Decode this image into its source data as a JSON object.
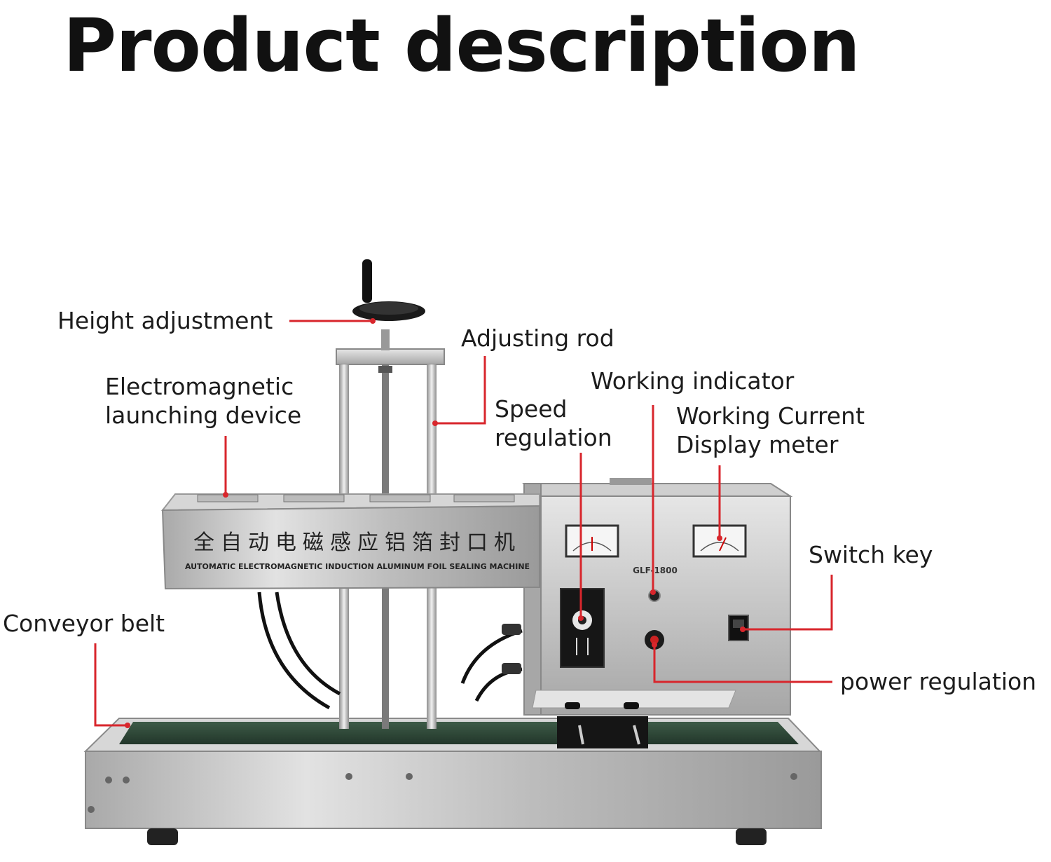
{
  "title": "Product description",
  "machine": {
    "cn_name": "全自动电磁感应铝箔封口机",
    "en_name": "AUTOMATIC ELECTROMAGNETIC INDUCTION ALUMINUM FOIL SEALING MACHINE",
    "model": "GLF-1800"
  },
  "labels": {
    "height_adjustment": "Height adjustment",
    "adjusting_rod": "Adjusting rod",
    "electromagnetic_line1": "Electromagnetic",
    "electromagnetic_line2": "launching device",
    "working_indicator": "Working indicator",
    "speed_line1": "Speed",
    "speed_line2": "regulation",
    "current_line1": "Working Current",
    "current_line2": "Display meter",
    "switch_key": "Switch key",
    "conveyor_belt": "Conveyor belt",
    "power_regulation": "power regulation"
  },
  "colors": {
    "leader": "#d8262c",
    "steel": "#c9c9c9",
    "belt": "#2f4a3a"
  }
}
